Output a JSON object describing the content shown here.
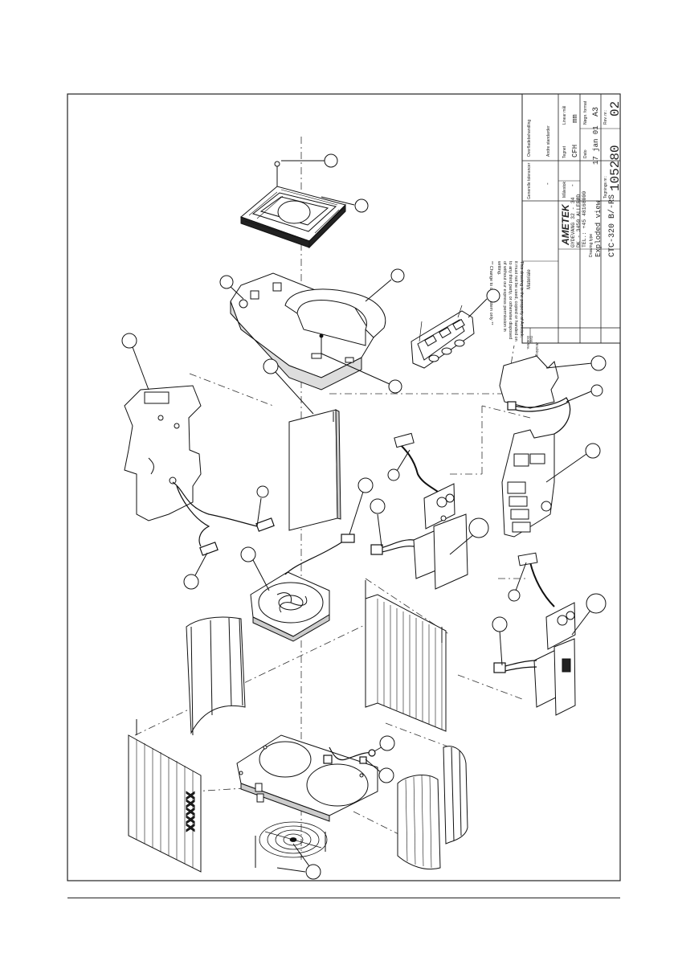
{
  "title_block": {
    "company": "AMETEK",
    "address_line1": "GYDEVANG 32 - 34",
    "address_line2": "DK - 3450 ALLERØD",
    "phone": "TEL.: +45 48168000",
    "drawing_title": "Exploded view",
    "model": "CTC-320 B/-RS",
    "drawing_no_label": "Tegnings nr.:",
    "drawing_no": "105280",
    "rev_label": "Rev. nr.:",
    "rev": "02",
    "material_label": "Materiale",
    "tolerance_label": "Generelle tolerancer",
    "tolerance_value": "-",
    "surface_label": "Overfladebehandling",
    "other_standard_label": "Andre standarder",
    "scale_label": "Målestok",
    "scale_value": "-",
    "drawn_label": "Tegnet",
    "drawn_value": "CFH",
    "date_label": "Dato",
    "date_value": "17 jan 01",
    "unit_label": "Linear mål",
    "unit_value": "mm",
    "format_label": "Nøgn. format",
    "format_value": "A3",
    "drawing_type_label": "Drawing type",
    "notice_line1": "This drawing is the property of Ametek,",
    "notice_line2": "it must not be used, copied or handed on",
    "notice_line3": "to any third party, or otherwise disposed",
    "notice_line4": "of without our express permission in",
    "notice_line5": "writing.",
    "change_note": "** Change to cool-system only **",
    "rev_col": "Rev.",
    "change_col": "Ændring",
    "date_col": "Dato",
    "sign_col": "Dok."
  },
  "panel_text": "XXXXX"
}
